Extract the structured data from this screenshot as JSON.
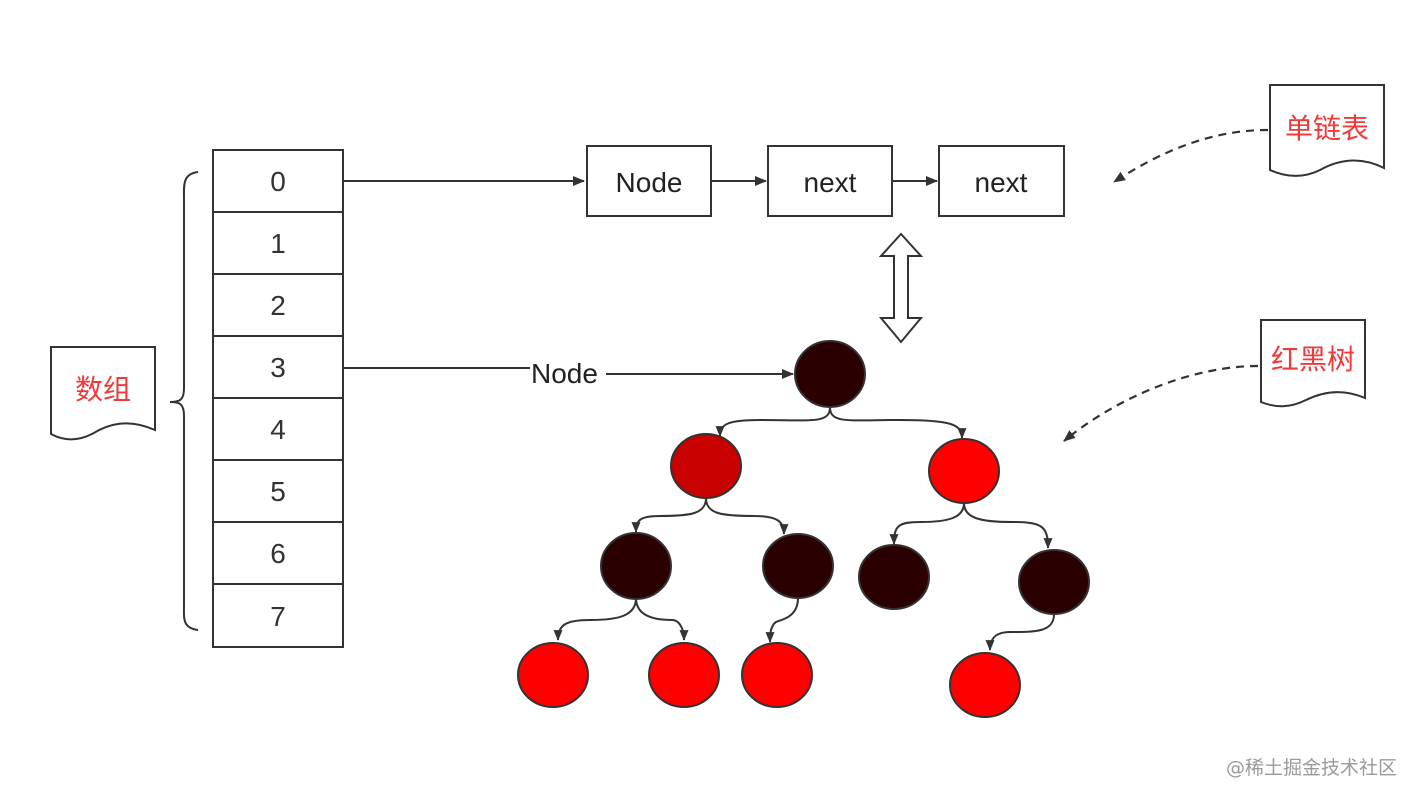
{
  "array": {
    "cells": [
      "0",
      "1",
      "2",
      "3",
      "4",
      "5",
      "6",
      "7"
    ],
    "label": "数组"
  },
  "linked_list": {
    "label": "单链表",
    "nodes": [
      "Node",
      "next",
      "next"
    ]
  },
  "tree": {
    "label": "红黑树",
    "edge_label": "Node",
    "colors": {
      "black": "#2a0000",
      "red": "#ff0000",
      "dark_red": "#c80000"
    }
  },
  "watermark": "@稀土掘金技术社区"
}
